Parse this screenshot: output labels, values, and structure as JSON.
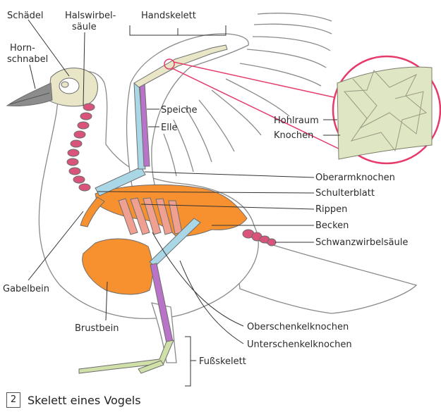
{
  "labels": {
    "schaedel": "Schädel",
    "halswirbel_1": "Halswirbel-",
    "halswirbel_2": "säule",
    "handskelett": "Handskelett",
    "horn_1": "Horn-",
    "horn_2": "schnabel",
    "speiche": "Speiche",
    "elle": "Elle",
    "hohlraum": "Hohlraum",
    "knochen": "Knochen",
    "oberarm": "Oberarmknochen",
    "schulterblatt": "Schulterblatt",
    "rippen": "Rippen",
    "becken": "Becken",
    "schwanz": "Schwanzwirbelsäule",
    "gabelbein": "Gabelbein",
    "brustbein": "Brustbein",
    "oberschenkel": "Oberschenkelknochen",
    "unterschenkel": "Unterschenkelknochen",
    "fuss": "Fußskelett"
  },
  "caption": {
    "number": "2",
    "text": "Skelett eines Vogels"
  },
  "colors": {
    "skull": "#e8e6c6",
    "neck_spine": "#d9537a",
    "radius": "#b974c9",
    "ulna": "#a9d7e6",
    "humerus": "#a9d7e6",
    "hand": "#e8e6c6",
    "trunk": "#f7912f",
    "rib": "#f0a090",
    "tail": "#d9537a",
    "femur": "#a9d7e6",
    "tibia": "#b974c9",
    "foot": "#cfe0a8",
    "magnifier": "#e63b6a",
    "bone_texture": "#dfe6c3"
  }
}
